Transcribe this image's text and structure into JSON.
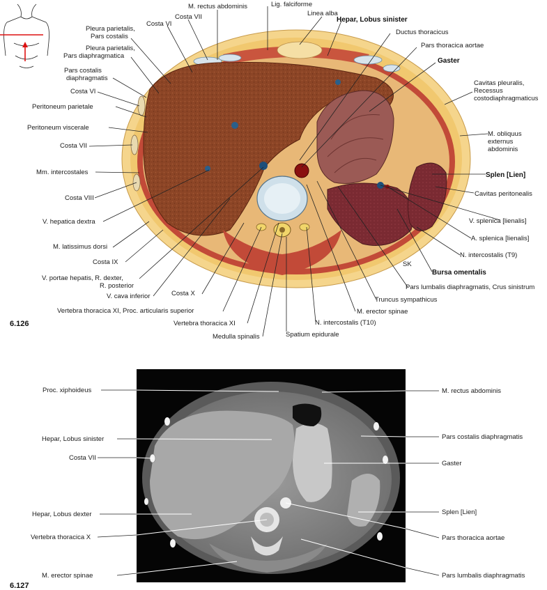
{
  "figures": {
    "top_number": "6.126",
    "bottom_number": "6.127"
  },
  "artist_mark": "SK",
  "top_labels": {
    "m_rectus_abdominis": "M. rectus abdominis",
    "lig_falciforme": "Lig. falciforme",
    "linea_alba": "Linea alba",
    "costa_vii_top": "Costa VII",
    "costa_vi_top": "Costa VI",
    "hepar_lobus_sinister": "Hepar, Lobus sinister",
    "ductus_thoracicus": "Ductus thoracicus",
    "pars_thoracica_aortae": "Pars thoracica aortae",
    "gaster": "Gaster",
    "pleura_costalis_1": "Pleura parietalis,",
    "pleura_costalis_2": "Pars costalis",
    "pleura_diaph_1": "Pleura parietalis,",
    "pleura_diaph_2": "Pars diaphragmatica",
    "pars_costalis_1": "Pars costalis",
    "pars_costalis_2": "diaphragmatis",
    "costa_vi_left": "Costa VI",
    "peritoneum_parietale": "Peritoneum parietale",
    "peritoneum_viscerale": "Peritoneum viscerale",
    "costa_vii_left": "Costa VII",
    "mm_intercostales": "Mm. intercostales",
    "costa_viii": "Costa VIII",
    "v_hepatica_dextra": "V. hepatica dextra",
    "m_latissimus_dorsi": "M. latissimus dorsi",
    "costa_ix": "Costa IX",
    "v_portae_1": "V. portae hepatis, R. dexter,",
    "v_portae_2": "R. posterior",
    "v_cava_inferior": "V. cava inferior",
    "costa_x": "Costa X",
    "vertebra_xi_proc": "Vertebra thoracica XI, Proc. articularis superior",
    "vertebra_xi": "Vertebra thoracica XI",
    "medulla_spinalis": "Medulla spinalis",
    "spatium_epidurale": "Spatium epidurale",
    "n_intercostalis_t10": "N. intercostalis (T10)",
    "m_erector_spinae": "M. erector spinae",
    "truncus_sympathicus": "Truncus sympathicus",
    "pars_lumbalis_crus": "Pars lumbalis diaphragmatis, Crus sinistrum",
    "bursa_omentalis": "Bursa omentalis",
    "n_intercostalis_t9": "N. intercostalis (T9)",
    "a_splenica": "A. splenica [lienalis]",
    "v_splenica": "V. splenica [lienalis]",
    "cavitas_peritonealis": "Cavitas peritonealis",
    "splen": "Splen [Lien]",
    "m_obliquus_1": "M. obliquus",
    "m_obliquus_2": "externus",
    "m_obliquus_3": "abdominis",
    "cavitas_pleuralis_1": "Cavitas pleuralis,",
    "cavitas_pleuralis_2": "Recessus",
    "cavitas_pleuralis_3": "costodiaphragmaticus"
  },
  "bottom_labels": {
    "proc_xiphoideus": "Proc. xiphoideus",
    "hepar_lobus_sinister": "Hepar, Lobus sinister",
    "costa_vii": "Costa VII",
    "hepar_lobus_dexter": "Hepar, Lobus dexter",
    "vertebra_thoracica_x": "Vertebra thoracica X",
    "m_erector_spinae": "M. erector spinae",
    "m_rectus_abdominis": "M. rectus abdominis",
    "pars_costalis_diaph": "Pars costalis diaphragmatis",
    "gaster": "Gaster",
    "splen": "Splen [Lien]",
    "pars_thoracica_aortae": "Pars thoracica aortae",
    "pars_lumbalis_diaph": "Pars lumbalis diaphragmatis"
  }
}
